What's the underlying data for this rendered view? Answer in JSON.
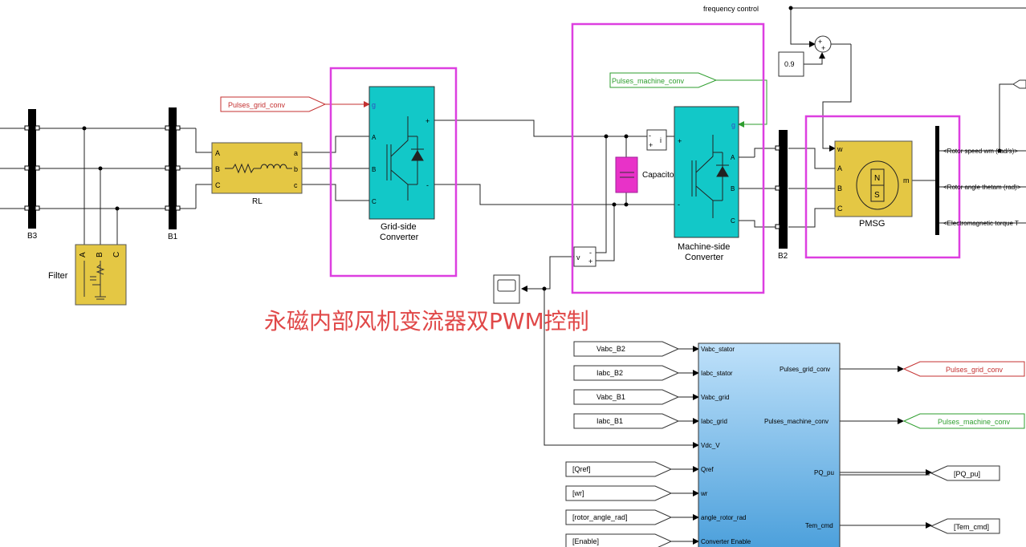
{
  "top_label": "frequency control",
  "constant_value": "0.9",
  "sum_signs": [
    "+",
    "+"
  ],
  "buses": {
    "b3": "B3",
    "b1": "B1",
    "b2": "B2"
  },
  "filter": {
    "label": "Filter",
    "ports": [
      "A",
      "B",
      "C"
    ]
  },
  "rl": {
    "label": "RL",
    "ports_in": [
      "A",
      "B",
      "C"
    ],
    "ports_out": [
      "a",
      "b",
      "c"
    ]
  },
  "grid_converter": {
    "label_line1": "Grid-side",
    "label_line2": "Converter",
    "port_g": "g",
    "ports": [
      "A",
      "B",
      "C"
    ],
    "plus": "+",
    "minus": "-"
  },
  "machine_converter": {
    "label_line1": "Machine-side",
    "label_line2": "Converter",
    "port_g": "g",
    "ports": [
      "A",
      "B",
      "C"
    ],
    "plus": "+",
    "minus": "-"
  },
  "capacitor": {
    "label": "Capacitor"
  },
  "current_meter": {
    "port_i": "i",
    "plus": "+",
    "minus": "-"
  },
  "voltage_meter": {
    "port_v": "v",
    "plus": "+",
    "minus": "-"
  },
  "pmsg": {
    "label": "PMSG",
    "ports": [
      "w",
      "A",
      "B",
      "C"
    ],
    "out": "m",
    "n": "N",
    "s": "S"
  },
  "bus_outputs": [
    "<Rotor speed wm (rad/s)>",
    "<Rotor angle thetam (rad)>",
    "<Electromagnetic torque T"
  ],
  "goto_tags": {
    "pulses_grid_conv": "Pulses_grid_conv",
    "pulses_machine_conv": "Pulses_machine_conv"
  },
  "overlay_title": "永磁内部风机变流器双PWM控制",
  "control_inputs": [
    {
      "tag": "Vabc_B2",
      "port": "Vabc_stator"
    },
    {
      "tag": "Iabc_B2",
      "port": "Iabc_stator"
    },
    {
      "tag": "Vabc_B1",
      "port": "Vabc_grid"
    },
    {
      "tag": "Iabc_B1",
      "port": "Iabc_grid"
    },
    {
      "tag": "",
      "port": "Vdc_V"
    },
    {
      "tag": "[Qref]",
      "port": "Qref"
    },
    {
      "tag": "[wr]",
      "port": "wr"
    },
    {
      "tag": "[rotor_angle_rad]",
      "port": "angle_rotor_rad"
    },
    {
      "tag": "[Enable]",
      "port": "Converter Enable"
    }
  ],
  "control_outputs": [
    {
      "port": "Pulses_grid_conv",
      "tag": "Pulses_grid_conv"
    },
    {
      "port": "Pulses_machine_conv",
      "tag": "Pulses_machine_conv"
    },
    {
      "port": "PQ_pu",
      "tag": "[PQ_pu]"
    },
    {
      "port": "Tem_cmd",
      "tag": "[Tem_cmd]"
    }
  ],
  "colors": {
    "highlight_box": "#dd3fe0",
    "converter": "#12c8c8",
    "yellow_block": "#e4c744",
    "control_block": "#5faee3",
    "title_red": "#e04848",
    "tag_red": "#c43030",
    "tag_green": "#2e9e2e"
  }
}
